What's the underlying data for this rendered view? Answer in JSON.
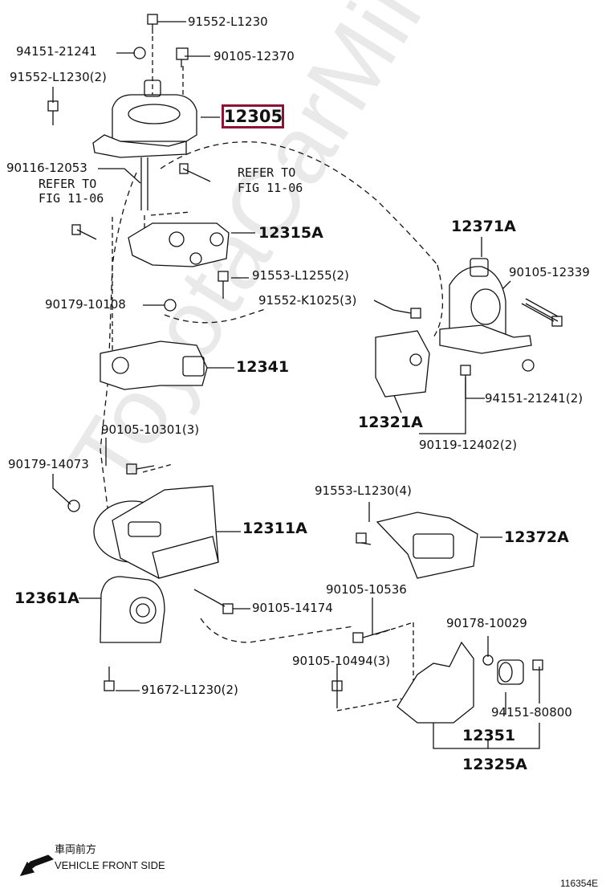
{
  "watermark": "ToyotaCarMine.ru",
  "highlight_part": "12305",
  "labels": {
    "p_91552_L1230_top": "91552-L1230",
    "p_94151_21241_top": "94151-21241",
    "p_90105_12370": "90105-12370",
    "p_91552_L1230_2": "91552-L1230(2)",
    "p_90116_12053": "90116-12053",
    "ref_left_1": "REFER TO",
    "ref_left_2": "FIG 11-06",
    "ref_right_1": "REFER TO",
    "ref_right_2": "FIG 11-06",
    "p_12315A": "12315A",
    "p_12371A": "12371A",
    "p_90105_12339": "90105-12339",
    "p_91553_L1255_2": "91553-L1255(2)",
    "p_91552_K1025_3": "91552-K1025(3)",
    "p_90179_10108": "90179-10108",
    "p_12341": "12341",
    "p_94151_21241_2": "94151-21241(2)",
    "p_12321A": "12321A",
    "p_90119_12402_2": "90119-12402(2)",
    "p_90105_10301_3": "90105-10301(3)",
    "p_90179_14073": "90179-14073",
    "p_91553_L1230_4": "91553-L1230(4)",
    "p_12311A": "12311A",
    "p_12372A": "12372A",
    "p_12361A": "12361A",
    "p_90105_10536": "90105-10536",
    "p_90105_14174": "90105-14174",
    "p_90178_10029": "90178-10029",
    "p_90105_10494_3": "90105-10494(3)",
    "p_91672_L1230_2": "91672-L1230(2)",
    "p_94151_80800": "94151-80800",
    "p_12351": "12351",
    "p_12325A": "12325A"
  },
  "footer": {
    "direction_jp": "車両前方",
    "direction_en": "VEHICLE FRONT SIDE",
    "figure_id": "116354E"
  },
  "icons": {
    "direction_arrow": "arrow-down-left-icon"
  }
}
